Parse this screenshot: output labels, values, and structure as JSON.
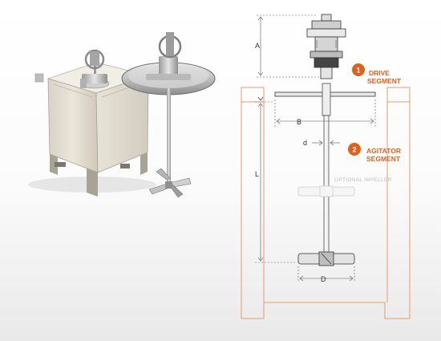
{
  "segments": [
    {
      "number": "1",
      "line1": "DRIVE",
      "line2": "SEGMENT"
    },
    {
      "number": "2",
      "line1": "AGITATOR",
      "line2": "SEGMENT"
    }
  ],
  "dimensions": {
    "A": "A",
    "B": "B",
    "d": "d",
    "L": "L",
    "D": "D"
  },
  "optional_impeller": "OPTIONAL IMPELLER",
  "colors": {
    "accent": "#e0601e",
    "tank_outline": "#e89a6a",
    "dim_line": "#555555"
  }
}
